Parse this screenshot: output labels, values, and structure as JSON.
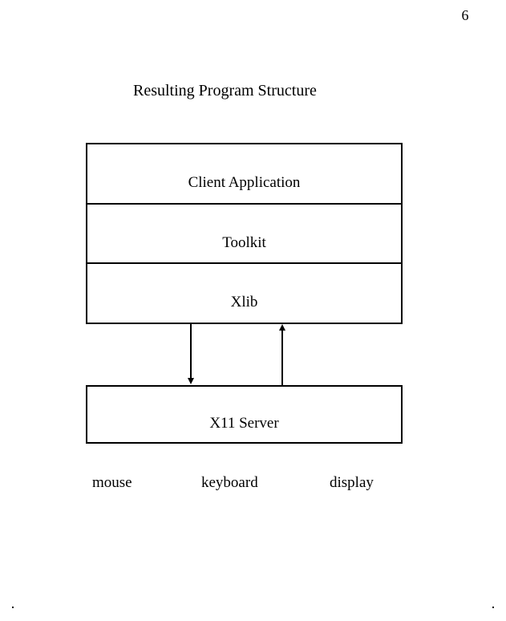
{
  "page": {
    "number": "6",
    "title": "Resulting Program Structure",
    "background_color": "#ffffff",
    "ink_color": "#000000"
  },
  "diagram": {
    "stack": [
      {
        "label": "Client Application"
      },
      {
        "label": "Toolkit"
      },
      {
        "label": "Xlib"
      }
    ],
    "server": {
      "label": "X11 Server"
    },
    "arrows": [
      {
        "icon": "down-arrow-icon",
        "direction": "down",
        "from": "Xlib",
        "to": "X11 Server"
      },
      {
        "icon": "up-arrow-icon",
        "direction": "up",
        "from": "X11 Server",
        "to": "Xlib"
      }
    ],
    "devices": [
      {
        "label": "mouse"
      },
      {
        "label": "keyboard"
      },
      {
        "label": "display"
      }
    ]
  }
}
